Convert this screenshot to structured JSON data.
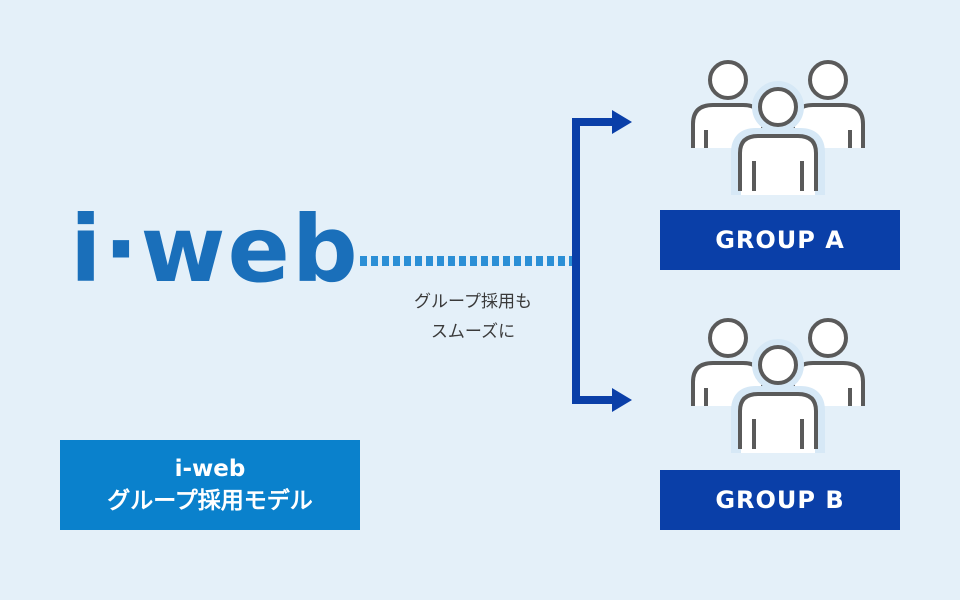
{
  "logo": {
    "text": "i·web"
  },
  "model_label": {
    "line1": "i-web",
    "line2": "グループ採用モデル"
  },
  "caption": {
    "line1": "グループ採用も",
    "line2": "スムーズに"
  },
  "groups": [
    {
      "label": "GROUP A",
      "icon": "people-group-icon"
    },
    {
      "label": "GROUP B",
      "icon": "people-group-icon"
    }
  ],
  "colors": {
    "background": "#e4f0f9",
    "logo": "#1a6fba",
    "model_label_bg": "#0a81cc",
    "group_label_bg": "#0a3fa8",
    "connector": "#0a3fa8",
    "dashed_line": "#2b8fd6",
    "people_stroke": "#5a5a5a"
  }
}
